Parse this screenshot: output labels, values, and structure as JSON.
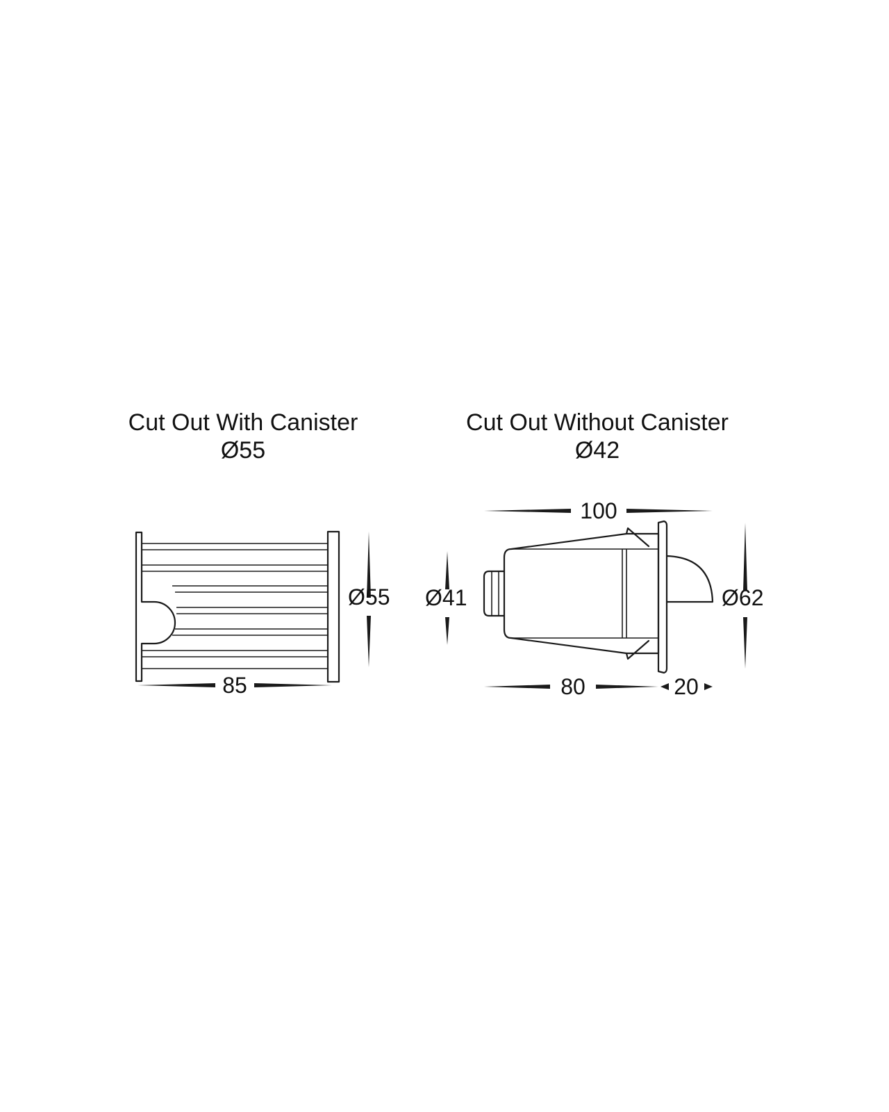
{
  "left_view": {
    "title": "Cut Out With Canister",
    "cutout_value": "Ø55",
    "dim_length": "85",
    "dim_diameter": "Ø55"
  },
  "right_view": {
    "title": "Cut Out Without Canister",
    "cutout_value": "Ø42",
    "dim_overall_length": "100",
    "dim_body_length": "80",
    "dim_face_depth": "20",
    "dim_body_diameter": "Ø41",
    "dim_face_diameter": "Ø62"
  },
  "colors": {
    "line": "#1a1a1a",
    "background": "#ffffff"
  }
}
